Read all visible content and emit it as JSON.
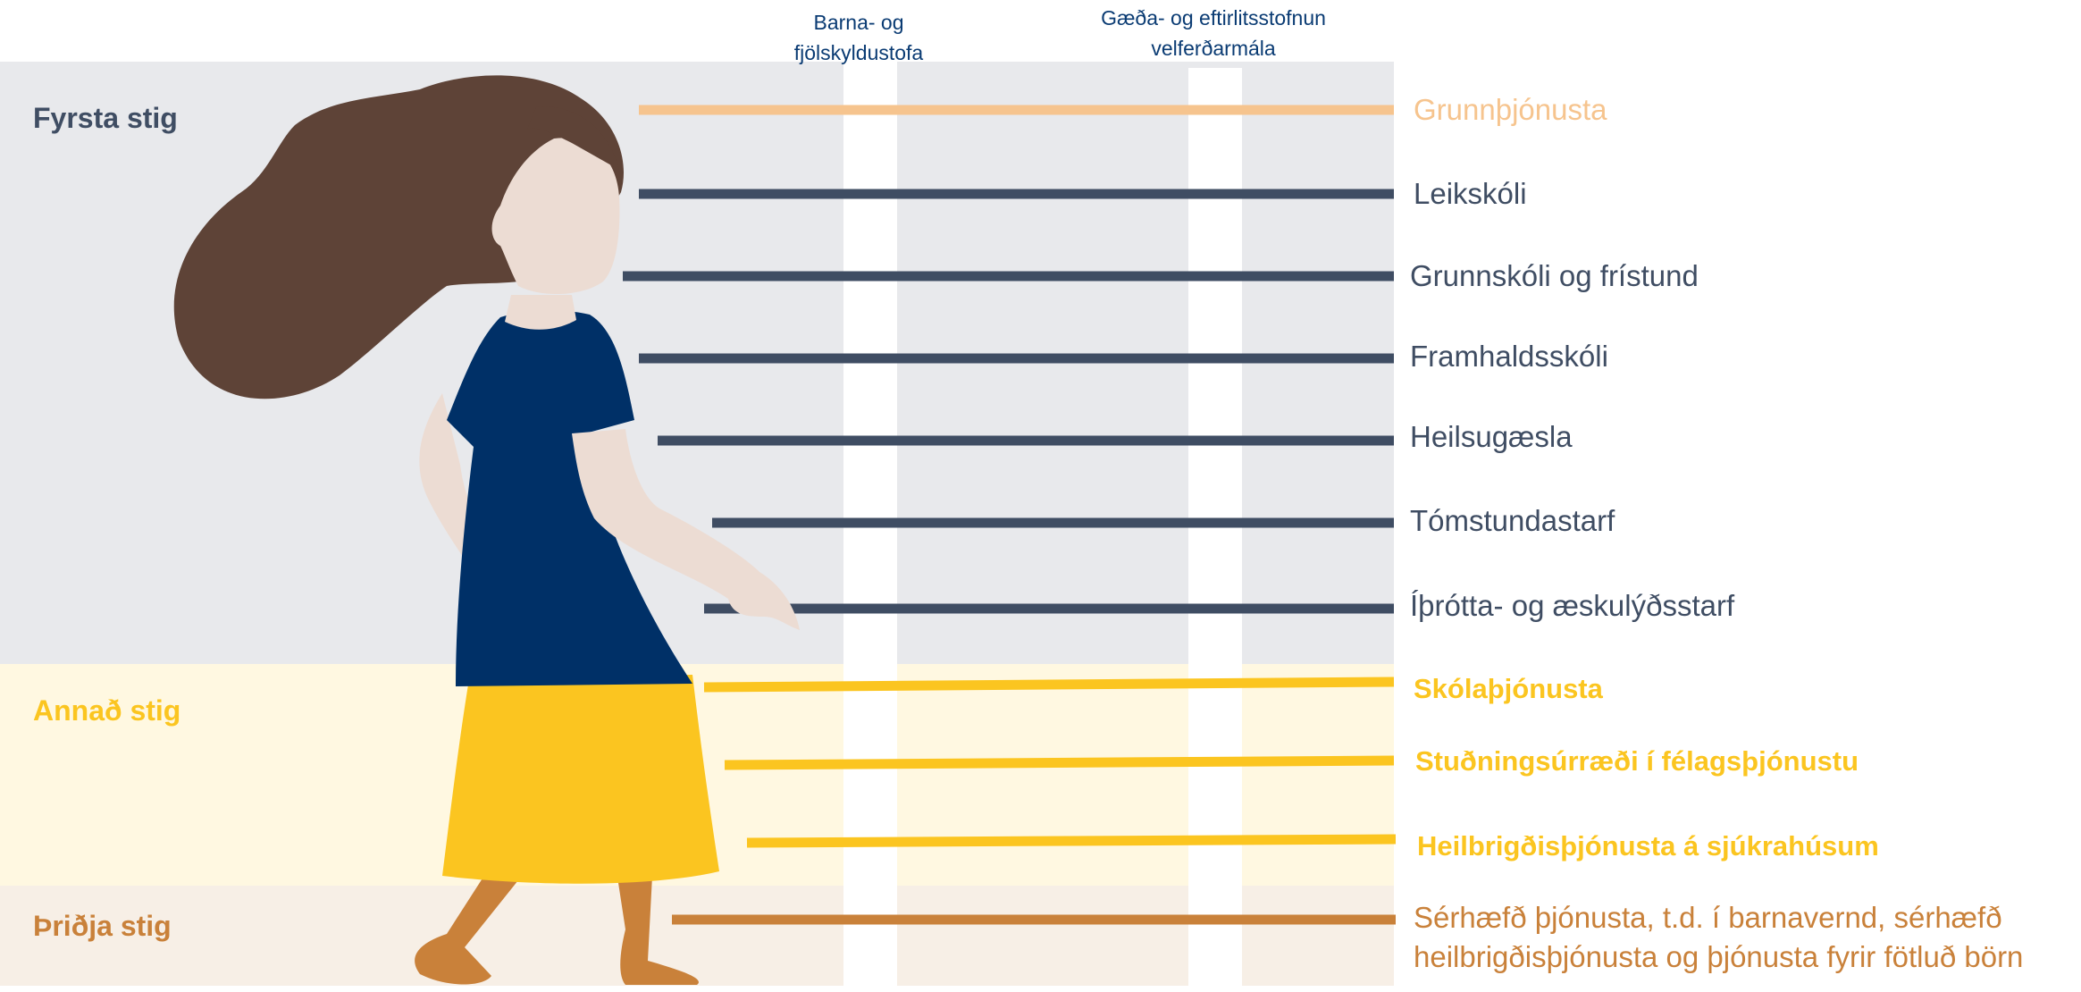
{
  "columns": {
    "barna": "Barna- og\nfjölskyldustofa",
    "gaeda": "Gæða- og eftirlitsstofnun\nvelferðarmála"
  },
  "levels": {
    "first": "Fyrsta stig",
    "second": "Annað stig",
    "third": "Þriðja stig"
  },
  "services": [
    "Grunnþjónusta",
    "Leikskóli",
    "Grunnskóli og frístund",
    "Framhaldsskóli",
    "Heilsugæsla",
    "Tómstundastarf",
    "Íþrótta- og æskulýðsstarf",
    "Skólaþjónusta",
    "Stuðningsúrræði í félagsþjónustu",
    "Heilbrigðisþjónusta á sjúkrahúsum",
    "Sérhæfð þjónusta, t.d. í barnavernd, sérhæfð\nheilbrigðisþjónusta og þjónusta fyrir fötluð börn"
  ],
  "colors": {
    "first_level": "#3f4d63",
    "second_level": "#fbc520",
    "third_level": "#c9813a",
    "base_service": "#f6c48e",
    "column_header": "#0a3b73",
    "hair": "#5e4337",
    "shirt": "#003067",
    "skirt": "#fbc520",
    "skin": "#ecdcd3",
    "legs": "#c9813a"
  }
}
